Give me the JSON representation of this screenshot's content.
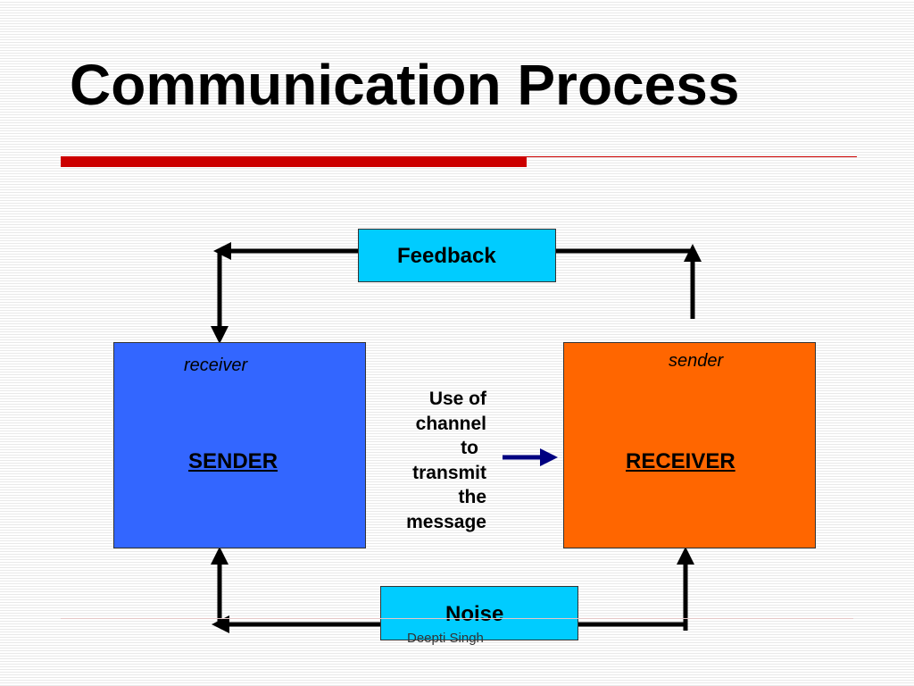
{
  "slide": {
    "title": "Communication Process",
    "footer": "Deepti Singh"
  },
  "diagram": {
    "sender": {
      "label": "SENDER",
      "role": "receiver",
      "color": "#3366ff"
    },
    "receiver": {
      "label": "RECEIVER",
      "role": "sender",
      "color": "#ff6600"
    },
    "feedback": {
      "label": "Feedback",
      "color": "#00ccff"
    },
    "noise": {
      "label": "Noise",
      "color": "#00ccff"
    },
    "channel": {
      "lines": [
        "Use of",
        "channel",
        "to",
        "transmit",
        "the",
        "message"
      ]
    }
  },
  "colors": {
    "accent_rule": "#cc0000",
    "arrow_black": "#000000",
    "channel_arrow": "#000080"
  }
}
